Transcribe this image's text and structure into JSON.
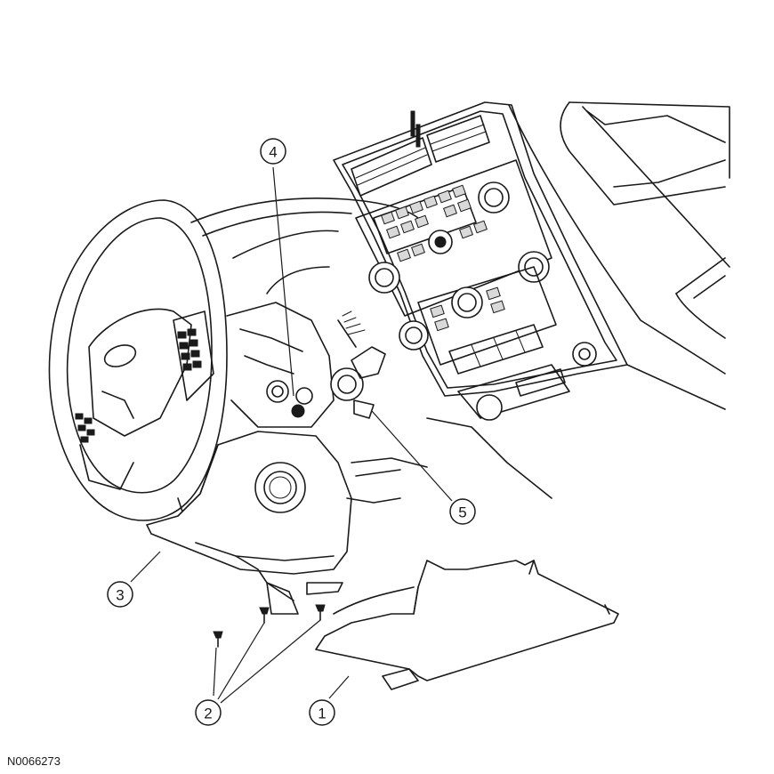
{
  "figure_id": "N0066273",
  "callouts": [
    {
      "id": "1",
      "label": "1"
    },
    {
      "id": "2",
      "label": "2"
    },
    {
      "id": "3",
      "label": "3"
    },
    {
      "id": "4",
      "label": "4"
    },
    {
      "id": "5",
      "label": "5"
    }
  ]
}
